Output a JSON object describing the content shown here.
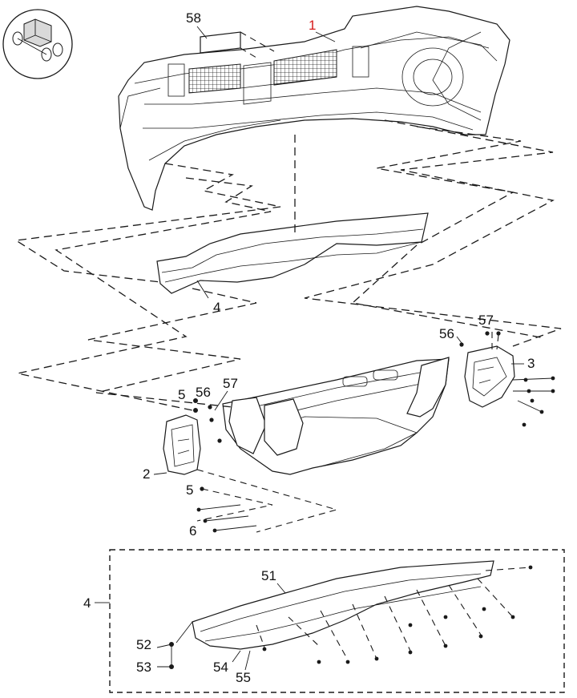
{
  "figure": {
    "view_icon": "vehicle-front-view-icon",
    "highlight_color": "#d61a1a",
    "callouts": {
      "fascia": "1",
      "bracket_left": "2",
      "bracket_right": "3",
      "deflector": "4",
      "detail_ref": "4",
      "bolt_upper": "5",
      "bolt_lower": "5",
      "bolt_side": "6",
      "nut_left": "56",
      "nut_right": "56",
      "clip_left": "57",
      "clip_right": "57",
      "grille_label": "58",
      "detail_deflector": "51",
      "detail_bolt": "52",
      "detail_retainer": "53",
      "detail_clip": "54",
      "detail_nut": "55"
    }
  }
}
